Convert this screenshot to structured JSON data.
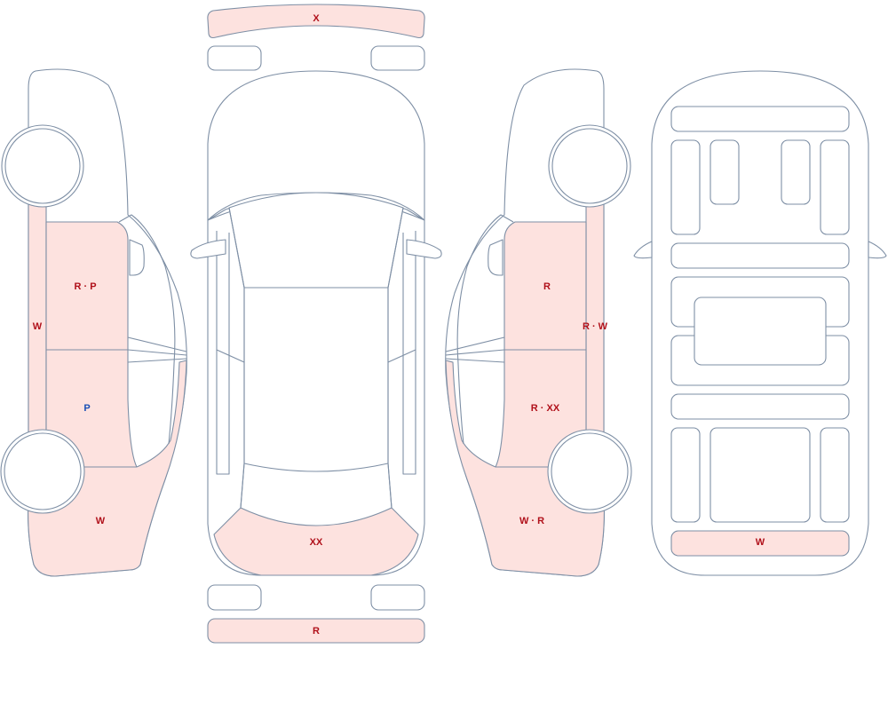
{
  "colors": {
    "outline": "#7e8fa5",
    "base": "#ffffff",
    "damaged_fill": "#fde2df",
    "label_red": "#b0101a",
    "label_blue": "#1a4fb5"
  },
  "panels": {
    "front_bumper": {
      "code": "X",
      "damaged": true,
      "label_color": "red"
    },
    "rear_bumper": {
      "code": "R",
      "damaged": true,
      "label_color": "red"
    },
    "rear_glass": {
      "code": "XX",
      "damaged": true,
      "label_color": "red"
    },
    "left_rocker": {
      "code": "W",
      "damaged": true,
      "label_color": "red"
    },
    "left_front_door": {
      "code": "R · P",
      "damaged": true,
      "label_color": "red"
    },
    "left_rear_door": {
      "code": "P",
      "damaged": true,
      "label_color": "blue"
    },
    "left_rear_quarter": {
      "code": "W",
      "damaged": true,
      "label_color": "red"
    },
    "right_front_door": {
      "code": "R",
      "damaged": true,
      "label_color": "red"
    },
    "right_rocker": {
      "code": "R · W",
      "damaged": true,
      "label_color": "red"
    },
    "right_rear_door": {
      "code": "R · XX",
      "damaged": true,
      "label_color": "red"
    },
    "right_rear_quarter": {
      "code": "W · R",
      "damaged": true,
      "label_color": "red"
    },
    "underbody_rear": {
      "code": "W",
      "damaged": true,
      "label_color": "red"
    }
  }
}
